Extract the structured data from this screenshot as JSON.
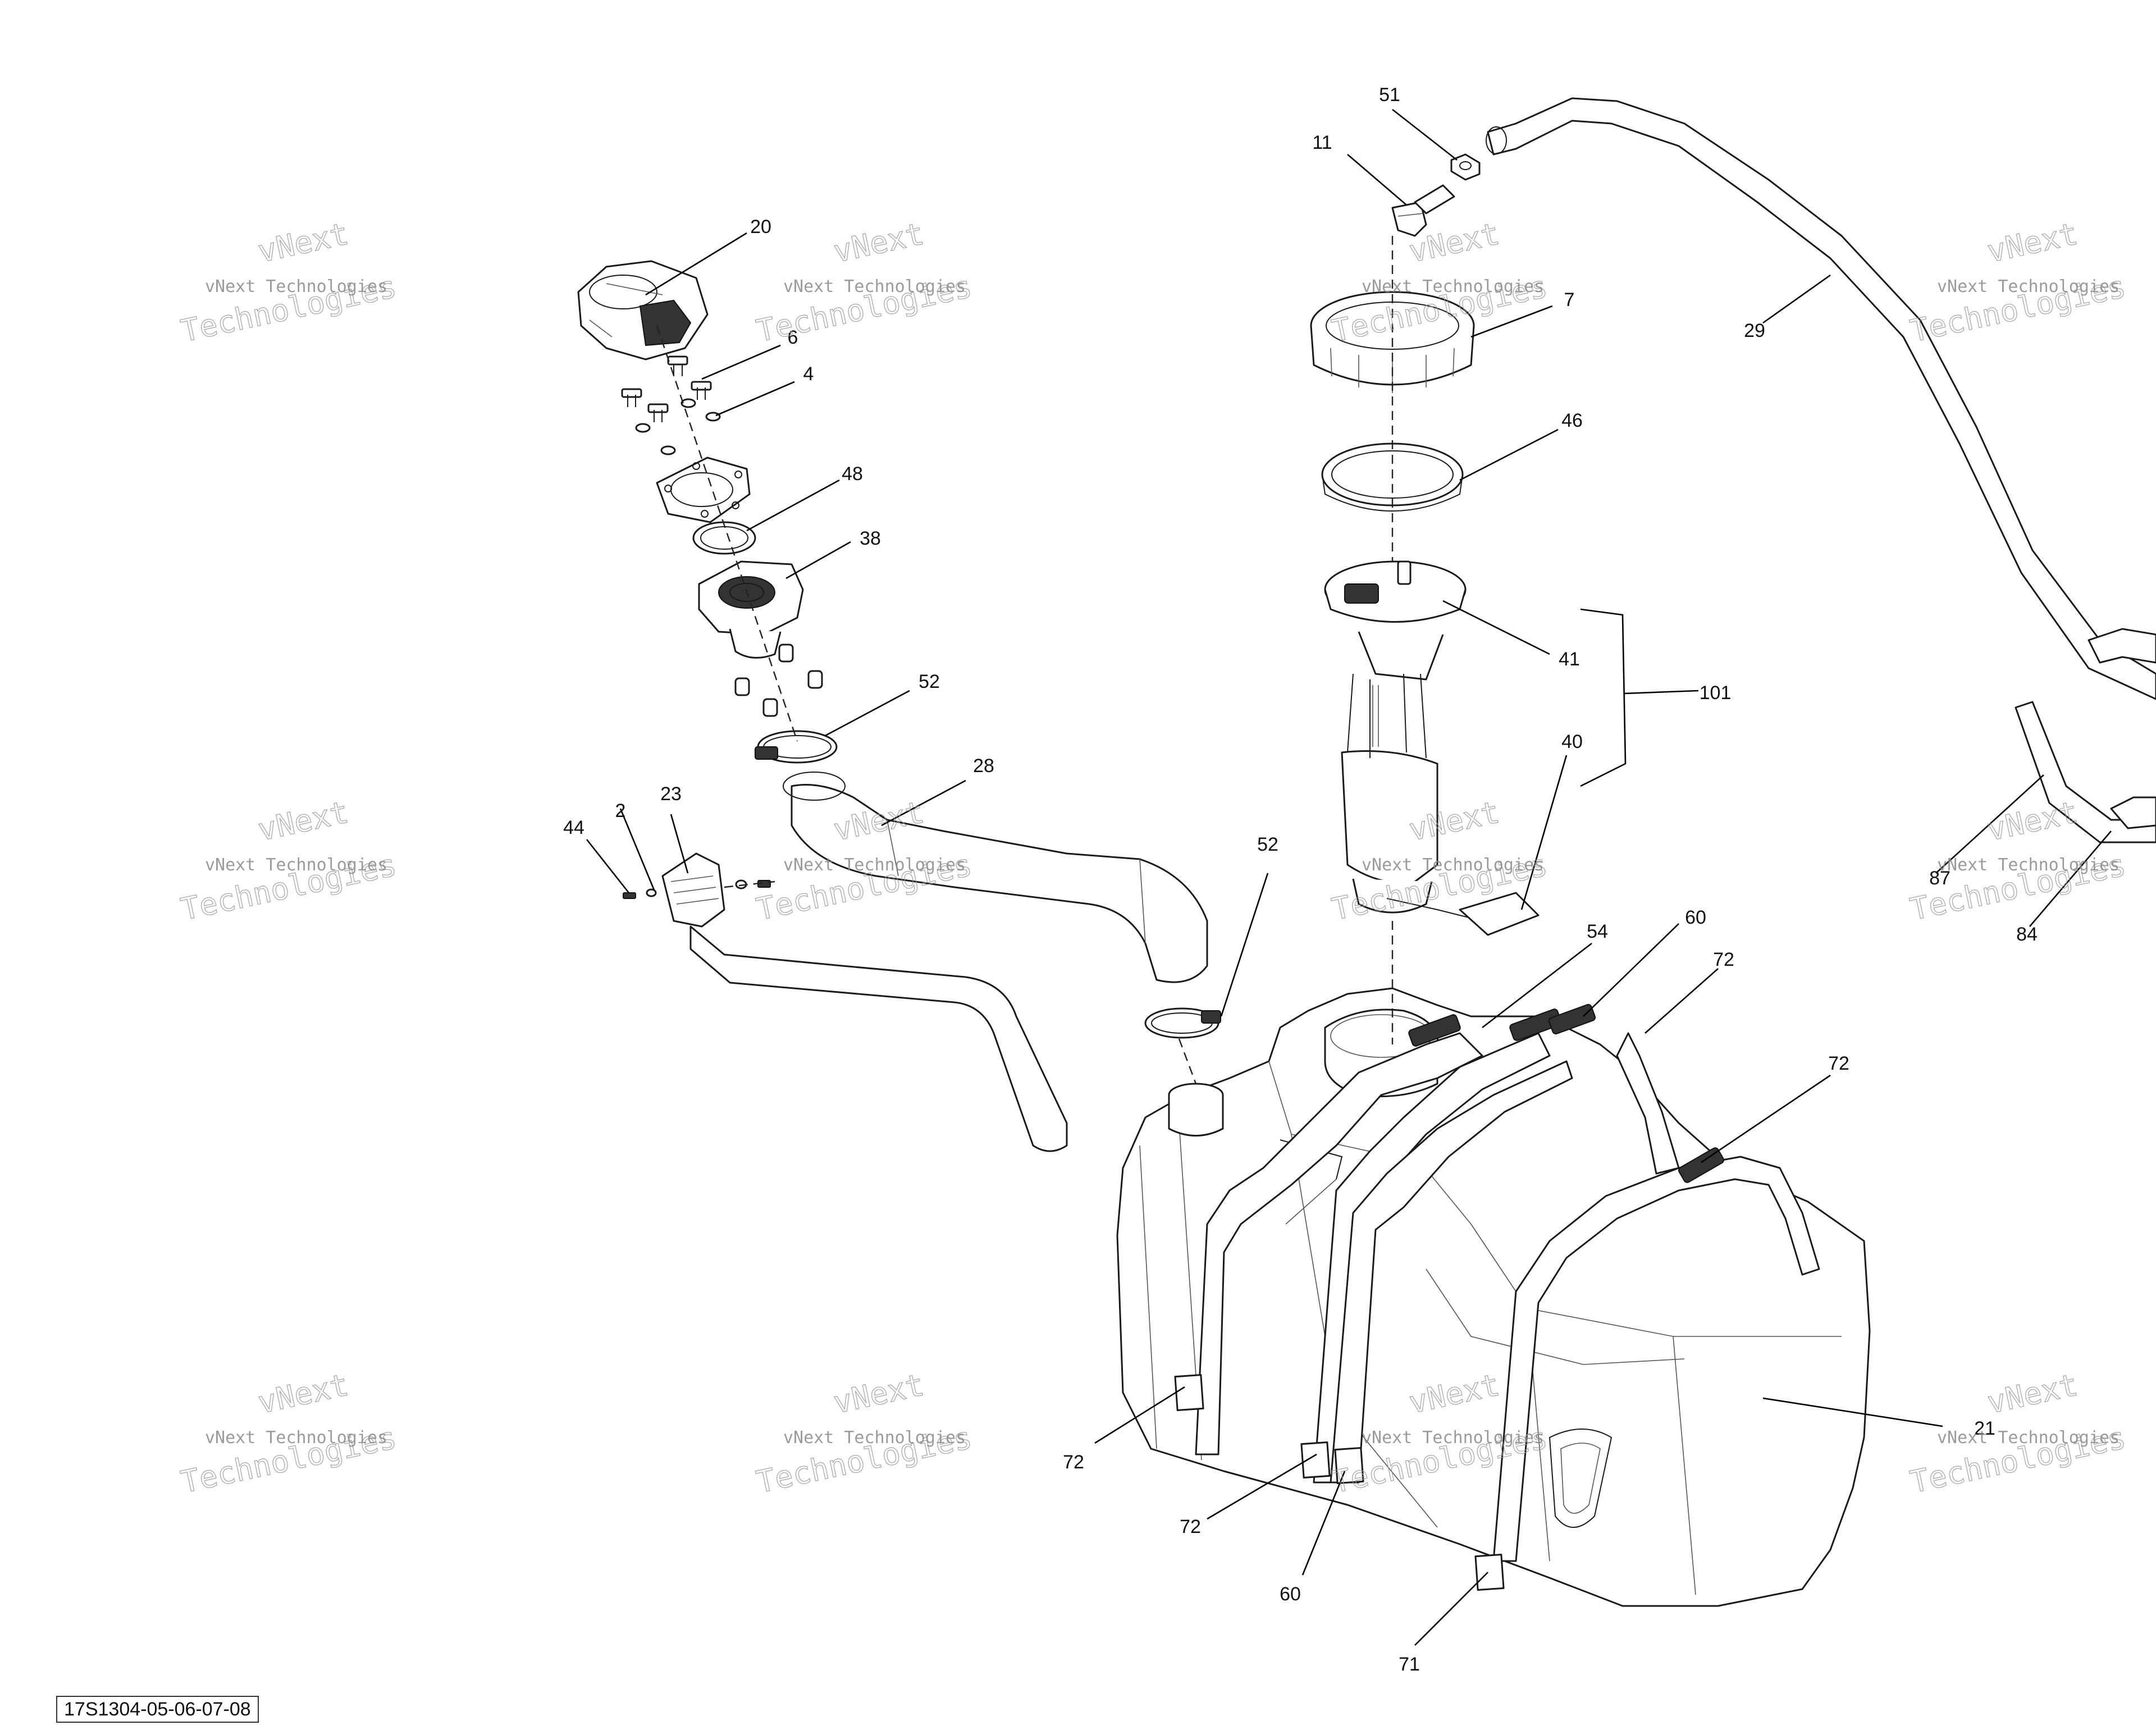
{
  "callouts": {
    "c51": "51",
    "c11": "11",
    "c20": "20",
    "c7": "7",
    "c29": "29",
    "c6": "6",
    "c4": "4",
    "c46": "46",
    "c48": "48",
    "c38": "38",
    "c41": "41",
    "c101": "101",
    "c52a": "52",
    "c40": "40",
    "c28": "28",
    "c23": "23",
    "c2": "2",
    "c44": "44",
    "c52b": "52",
    "c87": "87",
    "c84": "84",
    "c54": "54",
    "c60a": "60",
    "c72a": "72",
    "c72b": "72",
    "c72c": "72",
    "c72d": "72",
    "c21": "21",
    "c60b": "60",
    "c71": "71"
  },
  "watermark": {
    "line1": "vNext Technologies",
    "line2": "Technologies",
    "line3": "vNext"
  },
  "reference_code": "17S1304-05-06-07-08"
}
